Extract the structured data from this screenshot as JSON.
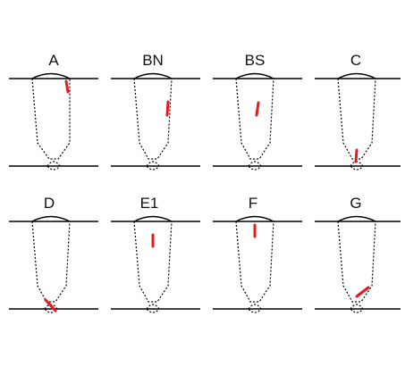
{
  "figure": {
    "background": "#ffffff",
    "line_color": "#000000",
    "defect_color": "#e11b1b",
    "panels": [
      {
        "label": "A",
        "defect": "crack at top toe of weld, along fusion line"
      },
      {
        "label": "BN",
        "defect": "crack along fusion line, mid-depth"
      },
      {
        "label": "BS",
        "defect": "crack inside weld metal"
      },
      {
        "label": "C",
        "defect": "crack at weld root"
      },
      {
        "label": "D",
        "defect": "crack at root toe, diagonal"
      },
      {
        "label": "E1",
        "defect": "crack in upper weld metal"
      },
      {
        "label": "F",
        "defect": "crack near weld face"
      },
      {
        "label": "G",
        "defect": "crack along fusion line above root"
      }
    ]
  }
}
